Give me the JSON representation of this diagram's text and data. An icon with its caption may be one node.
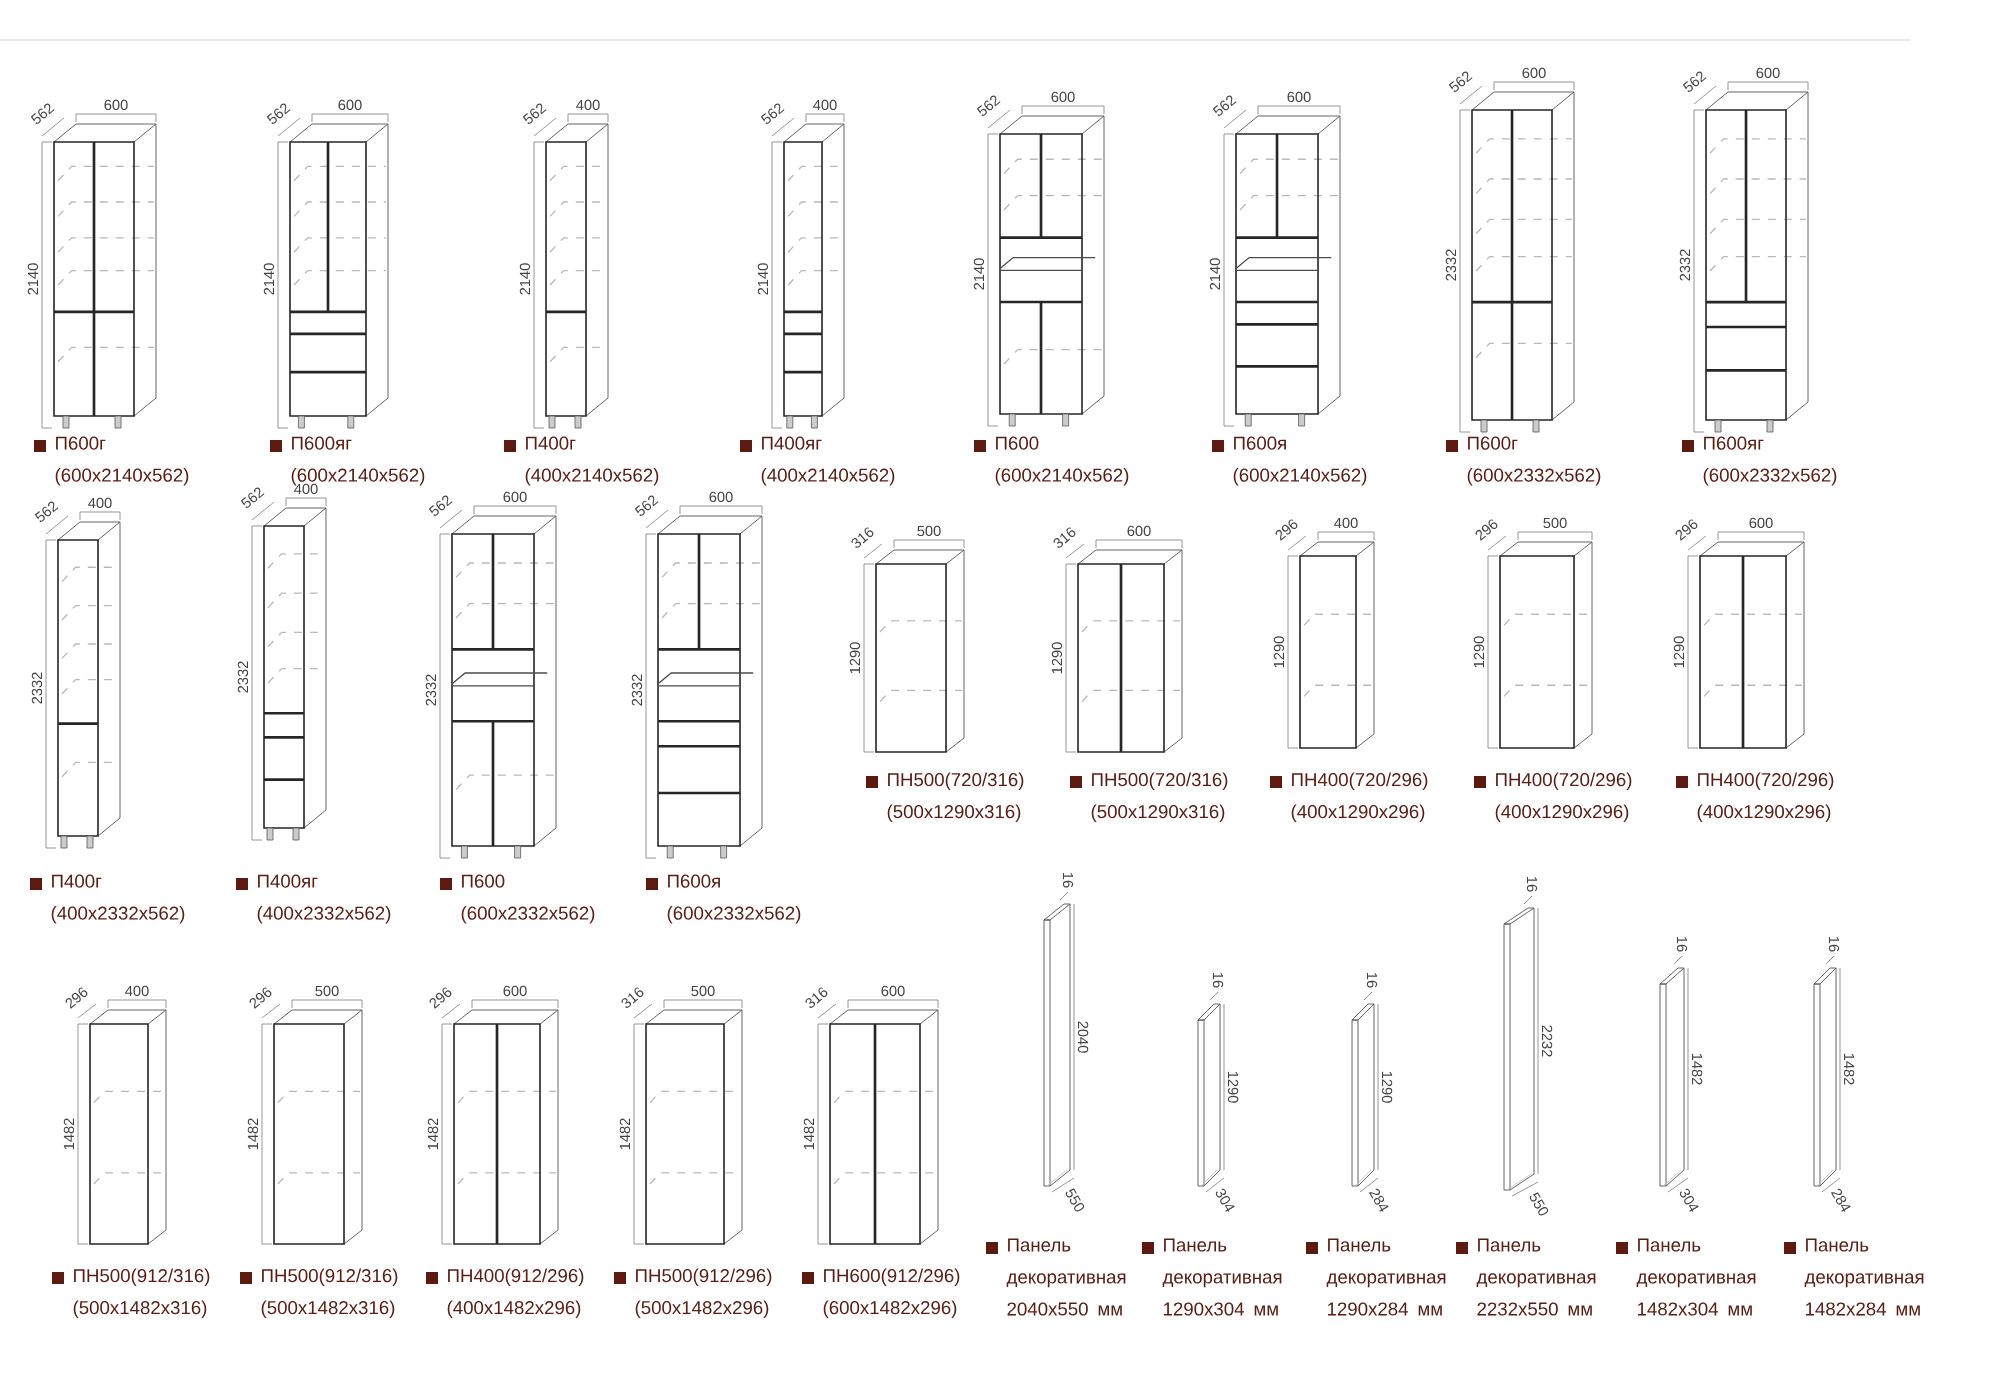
{
  "diagram": {
    "labels": [
      "600",
      "562",
      "2140",
      "П600г (600x2140x562)",
      "600",
      "562",
      "2140",
      "П600яг (600x2140x562)",
      "400",
      "562",
      "2140",
      "П400г (400x2140x562)",
      "400",
      "562",
      "2140",
      "П400яг (400x2140x562)",
      "600",
      "562",
      "2140",
      "П600 (600x2140x562)",
      "600",
      "562",
      "2140",
      "П600я (600x2140x562)",
      "600",
      "562",
      "2332",
      "П600г (600x2332x562)",
      "600",
      "562",
      "2332",
      "П600яг (600x2332x562)",
      "400",
      "562",
      "2332",
      "П400г (400x2332x562)",
      "400",
      "562",
      "2332",
      "П400яг (400x2332x562)",
      "600",
      "562",
      "2332",
      "П600 (600x2332x562)",
      "600",
      "562",
      "2332",
      "П600я (600x2332x562)",
      "500",
      "316",
      "1290",
      "ПН500(720/316) (500x1290x316)",
      "600",
      "316",
      "1290",
      "ПН500(720/316) (500x1290x316)",
      "400",
      "296",
      "1290",
      "ПН400(720/296) (400x1290x296)",
      "500",
      "296",
      "1290",
      "ПН400(720/296) (400x1290x296)",
      "600",
      "296",
      "1290",
      "ПН400(720/296) (400x1290x296)",
      "400",
      "296",
      "1482",
      "ПН500(912/316) (500x1482x316)",
      "500",
      "296",
      "1482",
      "ПН500(912/316) (500x1482x316)",
      "600",
      "296",
      "1482",
      "ПН400(912/296) (400x1482x296)",
      "500",
      "316",
      "1482",
      "ПН500(912/296) (500x1482x296)",
      "600",
      "316",
      "1482",
      "ПН600(912/296) (600x1482x296)",
      "16",
      "2040",
      "550",
      "Панель декоративная 2040x550 мм",
      "16",
      "1290",
      "304",
      "Панель декоративная 1290x304 мм",
      "16",
      "1290",
      "284",
      "Панель декоративная 1290x284 мм",
      "16",
      "2232",
      "550",
      "Панель декоративная 2232x550 мм",
      "16",
      "1482",
      "304",
      "Панель декоративная 1482x304 мм",
      "16",
      "1482",
      "284",
      "Панель декоративная 1482x284 мм"
    ]
  }
}
